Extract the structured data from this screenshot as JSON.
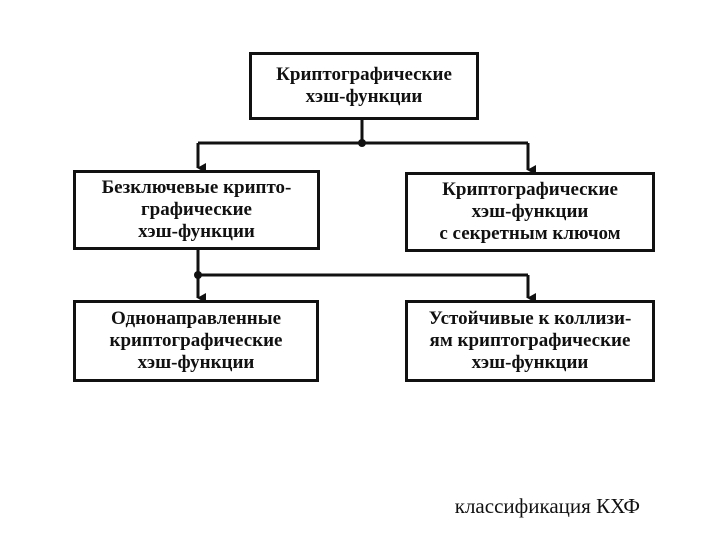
{
  "diagram": {
    "root": {
      "lines": [
        "Криптографические",
        "хэш-функции"
      ]
    },
    "keyless": {
      "lines": [
        "Безключевые крипто-",
        "графические",
        "хэш-функции"
      ]
    },
    "keyed": {
      "lines": [
        "Криптографические",
        "хэш-функции",
        "с секретным ключом"
      ]
    },
    "one_way": {
      "lines": [
        "Однонаправленные",
        "криптографические",
        "хэш-функции"
      ]
    },
    "collision_resistant": {
      "lines": [
        "Устойчивые к коллизи-",
        "ям криптографические",
        "хэш-функции"
      ]
    }
  },
  "caption": "классификация КХФ",
  "colors": {
    "line": "#111111",
    "background": "#ffffff"
  }
}
